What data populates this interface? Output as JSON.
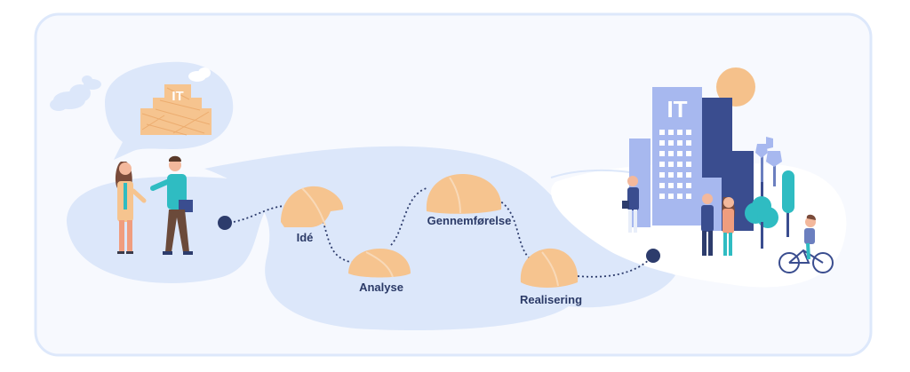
{
  "building": {
    "sign": "IT"
  },
  "thought_bubble": {
    "sign": "IT"
  },
  "stages": [
    {
      "label": "Idé"
    },
    {
      "label": "Analyse"
    },
    {
      "label": "Gennemførelse"
    },
    {
      "label": "Realisering"
    }
  ],
  "colors": {
    "frame_border": "#dde8fb",
    "frame_fill": "#f7f9fe",
    "blob": "#dce7fa",
    "rock": "#f6c48f",
    "rock_shadow": "#eaa768",
    "path_dots": "#2d3c6c",
    "building_light": "#a7b8ef",
    "building_dark": "#3a4d8f",
    "sun": "#f5c18b",
    "tree": "#2fbcc2"
  }
}
